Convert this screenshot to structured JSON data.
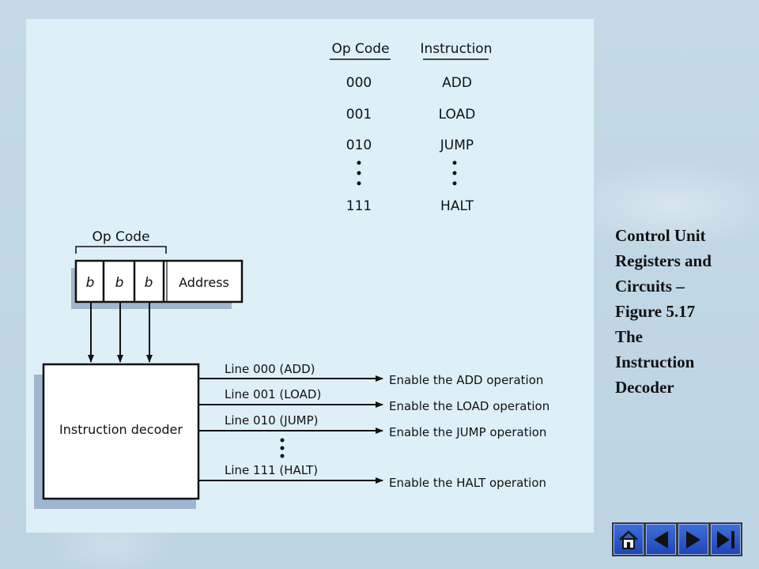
{
  "opcode_table": {
    "headers": [
      "Op Code",
      "Instruction"
    ],
    "rows": [
      {
        "code": "000",
        "instruction": "ADD"
      },
      {
        "code": "001",
        "instruction": "LOAD"
      },
      {
        "code": "010",
        "instruction": "JUMP"
      },
      {
        "code": "111",
        "instruction": "HALT"
      }
    ]
  },
  "register": {
    "group_label": "Op Code",
    "bits": [
      "b",
      "b",
      "b"
    ],
    "address_label": "Address"
  },
  "decoder": {
    "label": "Instruction decoder"
  },
  "lines": [
    {
      "label": "Line 000 (ADD)",
      "output": "Enable the ADD operation"
    },
    {
      "label": "Line 001 (LOAD)",
      "output": "Enable the LOAD operation"
    },
    {
      "label": "Line 010 (JUMP)",
      "output": "Enable the JUMP operation"
    },
    {
      "label": "Line 111 (HALT)",
      "output": "Enable the HALT operation"
    }
  ],
  "caption": {
    "lines": [
      "Control Unit",
      "Registers and",
      "Circuits –",
      "Figure 5.17",
      "The",
      "Instruction",
      "Decoder"
    ]
  },
  "nav": {
    "buttons": [
      {
        "icon": "home-icon"
      },
      {
        "icon": "back-icon"
      },
      {
        "icon": "forward-icon"
      },
      {
        "icon": "end-icon"
      }
    ]
  }
}
